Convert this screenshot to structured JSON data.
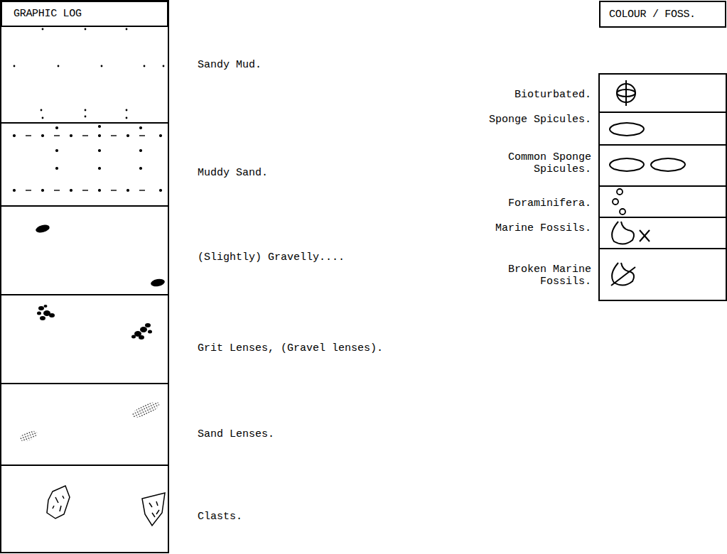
{
  "diagram": {
    "nodes": [
      {
        "text": [
          "GRAPHIC LOG"
        ]
      },
      {
        "text": [
          "COLOUR / FOSS."
        ]
      }
    ],
    "legend": [
      {
        "text": "Sandy Mud."
      },
      {
        "text": "Muddy Sand."
      },
      {
        "text": "(Slightly) Gravelly...."
      },
      {
        "text": "Grit Lenses, (Gravel lenses)."
      },
      {
        "text": "Sand Lenses."
      },
      {
        "text": "Clasts."
      },
      {
        "text": "Bioturbated."
      },
      {
        "text": "Sponge Spicules."
      },
      {
        "text": "Common Sponge Spicules."
      },
      {
        "text": "Foraminifera."
      },
      {
        "text": "Marine Fossils."
      },
      {
        "text": "Broken Marine Fossils."
      }
    ]
  }
}
